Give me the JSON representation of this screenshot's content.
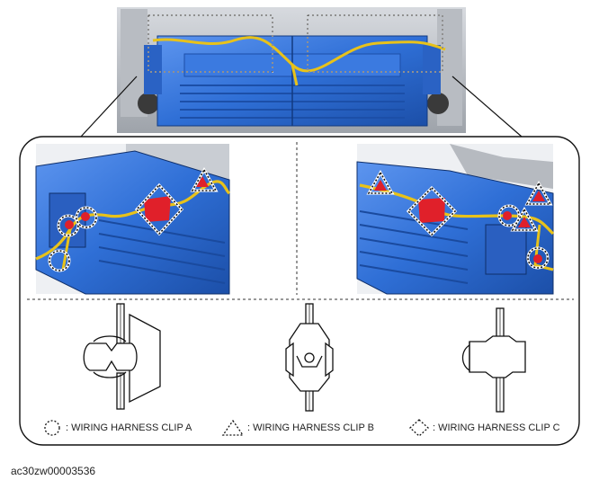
{
  "legend": {
    "clip_a": ": WIRING HARNESS CLIP A",
    "clip_b": ": WIRING HARNESS CLIP B",
    "clip_c": ": WIRING HARNESS CLIP C"
  },
  "caption": "ac30zw00003536",
  "colors": {
    "part_blue": "#2f6fd6",
    "harness_yellow": "#e8c21a",
    "clip_red": "#e0202a"
  },
  "icons": [
    "dotted-circle-icon",
    "dotted-triangle-icon",
    "dotted-diamond-icon"
  ]
}
